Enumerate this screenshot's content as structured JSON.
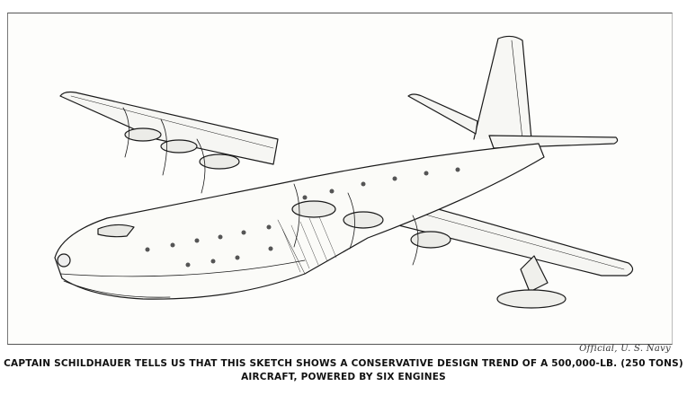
{
  "figure": {
    "image_label": "flying-boat-sketch",
    "credit": "Official, U. S. Navy",
    "caption_line1": "CAPTAIN SCHILDHAUER TELLS US THAT THIS SKETCH SHOWS A CONSERVATIVE DESIGN TREND OF A 500,000-LB. (250 TONS)",
    "caption_line2": "AIRCRAFT, POWERED BY SIX ENGINES"
  },
  "colors": {
    "ink": "#1a1a1a",
    "paper": "#fdfdfb"
  }
}
